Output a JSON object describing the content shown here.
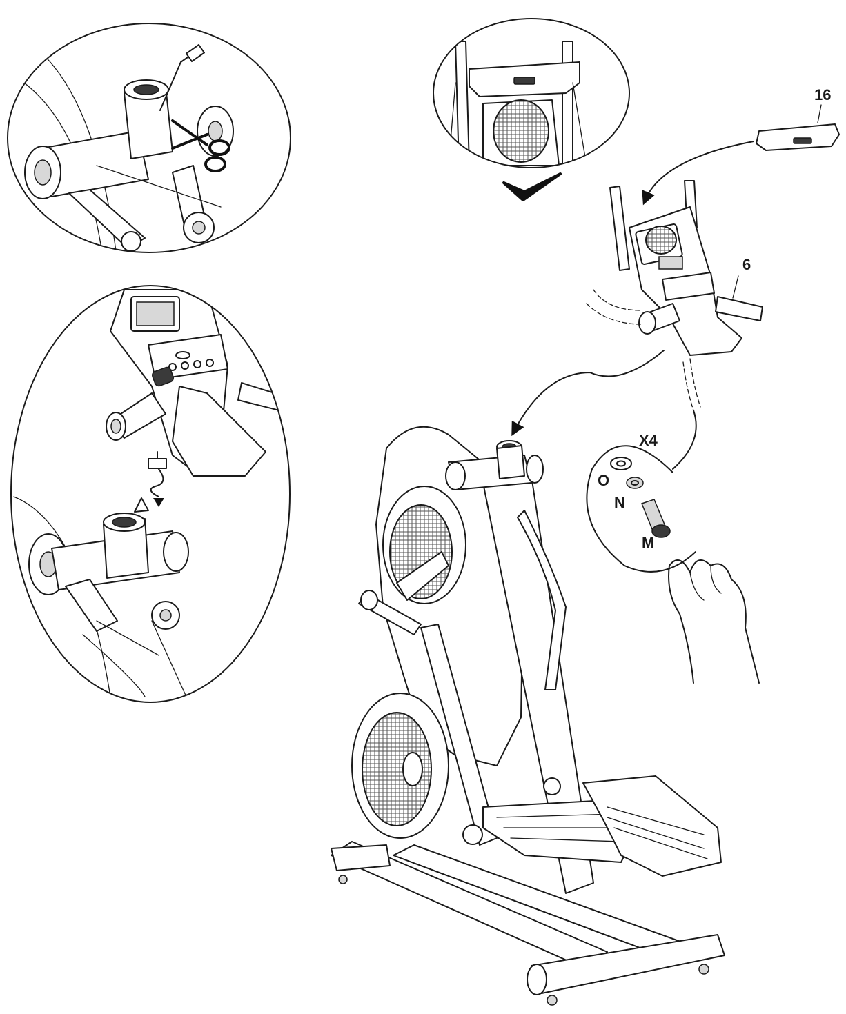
{
  "callouts": {
    "console_part": "16",
    "handlebar_part": "6",
    "quantity": "X4",
    "washer_o": "O",
    "washer_n": "N",
    "bolt_m": "M"
  },
  "icons": [
    "cut-tie-scissors-icon",
    "checkmark-icon",
    "hand-icon",
    "arrow-icon"
  ],
  "colors": {
    "line": "#1a1a1a",
    "background": "#ffffff"
  }
}
